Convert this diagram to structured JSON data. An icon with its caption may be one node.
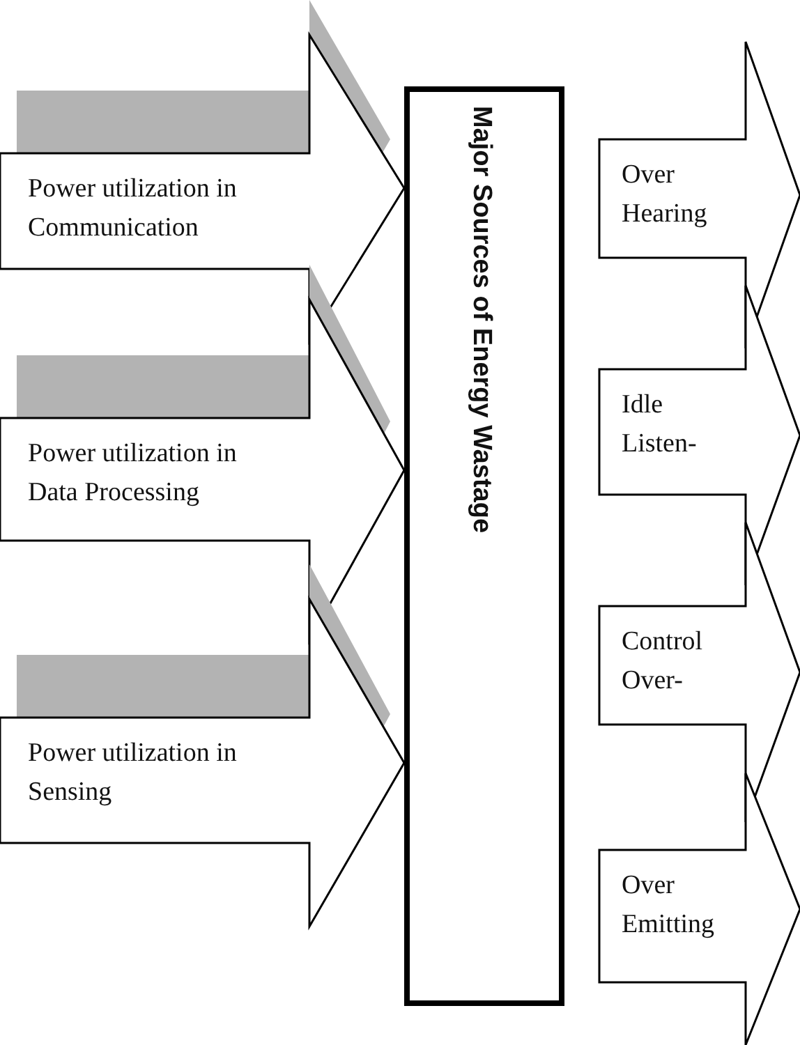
{
  "diagram": {
    "nodes": [
      {
        "text": [
          "Power utilization in Communication"
        ]
      },
      {
        "text": [
          "Power utilization in Data Processing"
        ]
      },
      {
        "text": [
          "Power utilization in Sensing"
        ]
      },
      {
        "text": [
          "Major Sources of Energy Wastage"
        ]
      },
      {
        "text": [
          "Over Hearing"
        ]
      },
      {
        "text": [
          "Idle Listen-"
        ]
      },
      {
        "text": [
          "Control Over-"
        ]
      },
      {
        "text": [
          "Over Emitting"
        ]
      }
    ]
  }
}
